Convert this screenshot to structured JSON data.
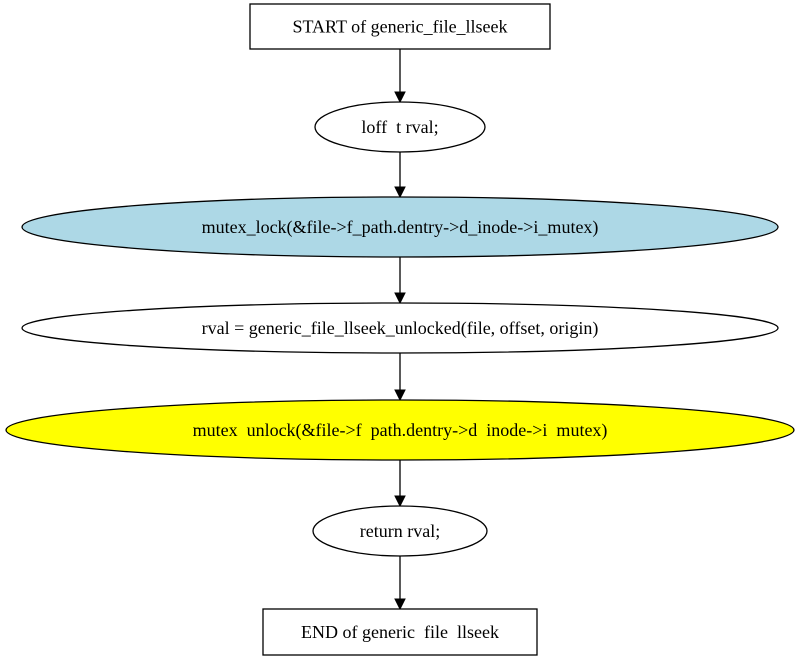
{
  "flowchart": {
    "nodes": [
      {
        "id": "start",
        "shape": "box",
        "label": "START of generic_file_llseek",
        "fill": "#ffffff"
      },
      {
        "id": "decl",
        "shape": "ellipse",
        "label": "loff  t rval;",
        "fill": "#ffffff"
      },
      {
        "id": "lock",
        "shape": "ellipse",
        "label": "mutex_lock(&file->f_path.dentry->d_inode->i_mutex)",
        "fill": "#add8e6"
      },
      {
        "id": "call",
        "shape": "ellipse",
        "label": "rval = generic_file_llseek_unlocked(file, offset, origin)",
        "fill": "#ffffff"
      },
      {
        "id": "unlock",
        "shape": "ellipse",
        "label": "mutex  unlock(&file->f  path.dentry->d  inode->i  mutex)",
        "fill": "#ffff00"
      },
      {
        "id": "ret",
        "shape": "ellipse",
        "label": "return rval;",
        "fill": "#ffffff"
      },
      {
        "id": "end",
        "shape": "box",
        "label": "END of generic  file  llseek",
        "fill": "#ffffff"
      }
    ],
    "edges": [
      {
        "from": "start",
        "to": "decl"
      },
      {
        "from": "decl",
        "to": "lock"
      },
      {
        "from": "lock",
        "to": "call"
      },
      {
        "from": "call",
        "to": "unlock"
      },
      {
        "from": "unlock",
        "to": "ret"
      },
      {
        "from": "ret",
        "to": "end"
      }
    ]
  }
}
